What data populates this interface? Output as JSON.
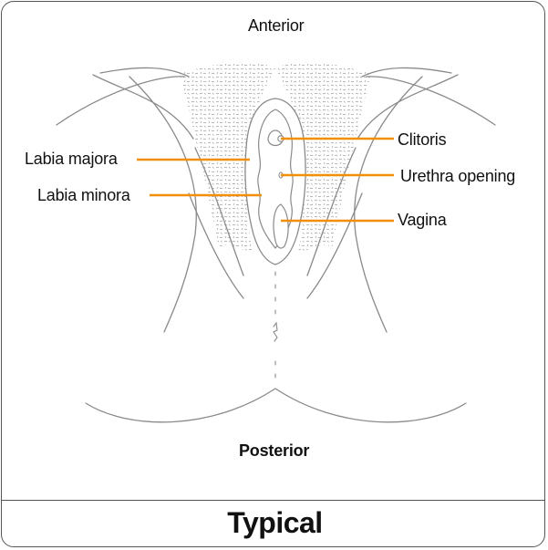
{
  "diagram": {
    "top_label": "Anterior",
    "bottom_label": "Posterior",
    "left_labels": [
      "Labia majora",
      "Labia minora"
    ],
    "right_labels": [
      "Clitoris",
      "Urethra opening",
      "Vagina"
    ]
  },
  "footer": {
    "caption": "Typical"
  },
  "colors": {
    "leader_line": "#f0900a",
    "outline": "#8a8a8a",
    "border": "#555555",
    "text": "#111111"
  }
}
